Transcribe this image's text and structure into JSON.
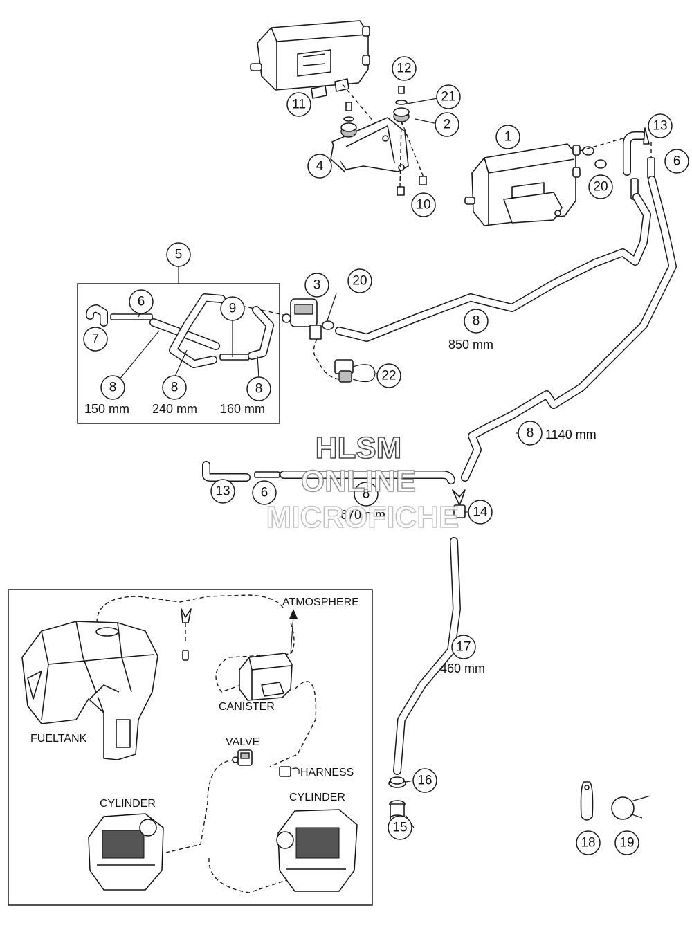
{
  "watermark": {
    "line1": "HLSM",
    "line2": "ONLINE",
    "line3": "MICROFICHE"
  },
  "callouts": {
    "c1": "1",
    "c2": "2",
    "c3": "3",
    "c4": "4",
    "c5": "5",
    "c6a": "6",
    "c6b": "6",
    "c6c": "6",
    "c7": "7",
    "c8a": "8",
    "c8b": "8",
    "c8c": "8",
    "c8d": "8",
    "c8e": "8",
    "c8f": "8",
    "c9": "9",
    "c10": "10",
    "c11": "11",
    "c12": "12",
    "c13a": "13",
    "c13b": "13",
    "c14": "14",
    "c15": "15",
    "c16": "16",
    "c17": "17",
    "c18": "18",
    "c19": "19",
    "c20a": "20",
    "c20b": "20",
    "c21": "21",
    "c22": "22"
  },
  "lengths": {
    "l150": "150 mm",
    "l240": "240 mm",
    "l160": "160 mm",
    "l850": "850 mm",
    "l1140": "1140 mm",
    "l670": "670 mm",
    "l460": "460 mm"
  },
  "schematic": {
    "atmosphere": "ATMOSPHERE",
    "canister": "CANISTER",
    "fueltank": "FUELTANK",
    "valve": "VALVE",
    "harness": "HARNESS",
    "cylinder_left": "CYLINDER",
    "cylinder_right": "CYLINDER"
  }
}
